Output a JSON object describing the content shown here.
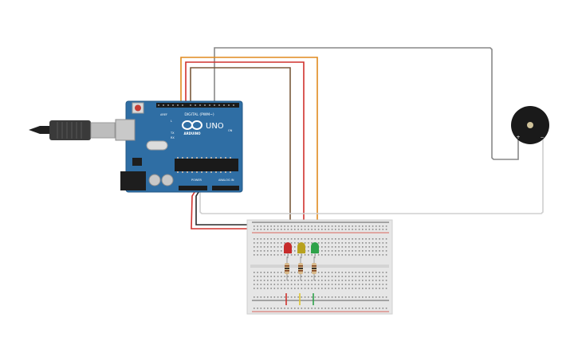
{
  "canvas": {
    "background": "#ffffff"
  },
  "arduino": {
    "brand": "ARDUINO",
    "model": "UNO",
    "digital_label": "DIGITAL (PWM~)",
    "power_label": "POWER",
    "analog_label": "ANALOG IN",
    "aref_label": "AREF",
    "gnd_label": "GND",
    "tx_label": "TX",
    "rx_label": "RX",
    "l_label": "L",
    "on_label": "ON",
    "board_color": "#2f6ea4",
    "logo": "arduino-infinity-logo"
  },
  "usb_cable": {
    "icon": "usb-plug-icon",
    "color": "#333333"
  },
  "breadboard": {
    "color": "#e6e6e6",
    "rail_plus_color": "#d33a2f",
    "rail_minus_color": "#333333"
  },
  "leds": [
    {
      "name": "red-led",
      "color": "#c62b2b"
    },
    {
      "name": "yellow-led",
      "color": "#b8a21f"
    },
    {
      "name": "green-led",
      "color": "#2ea24a"
    }
  ],
  "resistors": [
    {
      "name": "resistor-1",
      "color": "#d7b98a"
    },
    {
      "name": "resistor-2",
      "color": "#d7b98a"
    },
    {
      "name": "resistor-3",
      "color": "#d7b98a"
    }
  ],
  "buzzer": {
    "plus_label": "+",
    "minus_label": "−",
    "color": "#1a1a1a"
  },
  "wires": [
    {
      "name": "wire-orange",
      "color": "#e08a1e"
    },
    {
      "name": "wire-red-led",
      "color": "#d0322d"
    },
    {
      "name": "wire-brown",
      "color": "#7a5a3c"
    },
    {
      "name": "wire-gray-buzzer",
      "color": "#888888"
    },
    {
      "name": "wire-light-gray-gnd",
      "color": "#cfcfcf"
    },
    {
      "name": "wire-power-red",
      "color": "#d0322d"
    },
    {
      "name": "wire-power-black",
      "color": "#2a2a2a"
    },
    {
      "name": "wire-jumper-red",
      "color": "#d0322d"
    },
    {
      "name": "wire-jumper-yellow",
      "color": "#e0c630"
    },
    {
      "name": "wire-jumper-green",
      "color": "#2ea24a"
    }
  ]
}
